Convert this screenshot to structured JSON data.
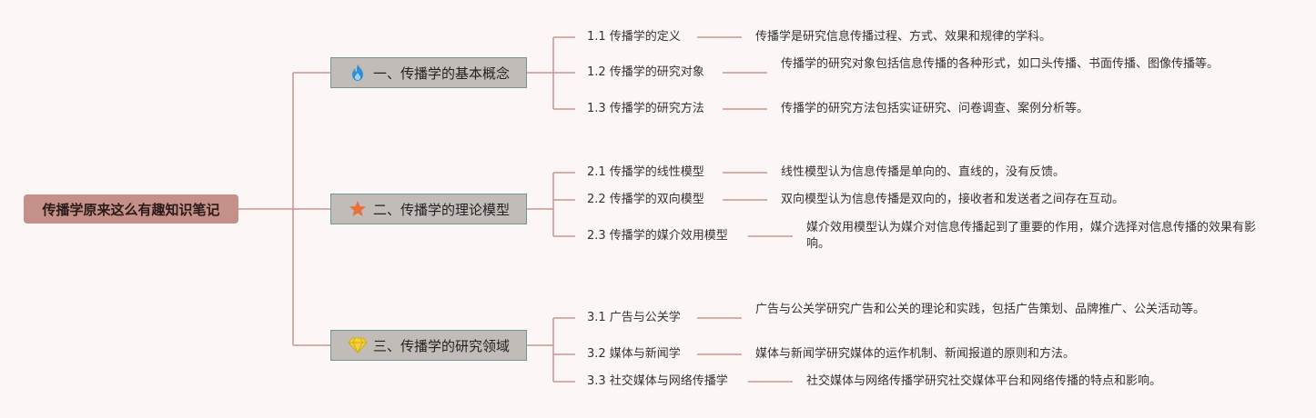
{
  "root": {
    "label": "传播学原来这么有趣知识笔记"
  },
  "branches": [
    {
      "label": "一、传播学的基本概念",
      "icon": "flame-icon",
      "items": [
        {
          "label": "1.1 传播学的定义",
          "desc": "传播学是研究信息传播过程、方式、效果和规律的学科。"
        },
        {
          "label": "1.2 传播学的研究对象",
          "desc": "传播学的研究对象包括信息传播的各种形式，如口头传播、书面传播、图像传播等。"
        },
        {
          "label": "1.3 传播学的研究方法",
          "desc": "传播学的研究方法包括实证研究、问卷调查、案例分析等。"
        }
      ]
    },
    {
      "label": "二、传播学的理论模型",
      "icon": "star-icon",
      "items": [
        {
          "label": "2.1 传播学的线性模型",
          "desc": "线性模型认为信息传播是单向的、直线的，没有反馈。"
        },
        {
          "label": "2.2 传播学的双向模型",
          "desc": "双向模型认为信息传播是双向的，接收者和发送者之间存在互动。"
        },
        {
          "label": "2.3 传播学的媒介效用模型",
          "desc": "媒介效用模型认为媒介对信息传播起到了重要的作用，媒介选择对信息传播的效果有影响。"
        }
      ]
    },
    {
      "label": "三、传播学的研究领域",
      "icon": "diamond-icon",
      "items": [
        {
          "label": "3.1 广告与公关学",
          "desc": "广告与公关学研究广告和公关的理论和实践，包括广告策划、品牌推广、公关活动等。"
        },
        {
          "label": "3.2 媒体与新闻学",
          "desc": "媒体与新闻学研究媒体的运作机制、新闻报道的原则和方法。"
        },
        {
          "label": "3.3 社交媒体与网络传播学",
          "desc": "社交媒体与网络传播学研究社交媒体平台和网络传播的特点和影响。"
        }
      ]
    }
  ],
  "colors": {
    "connector": "#c9958e",
    "root": "#c49088",
    "branch": "#c2bcb9",
    "branch_border": "#6f9a93"
  }
}
